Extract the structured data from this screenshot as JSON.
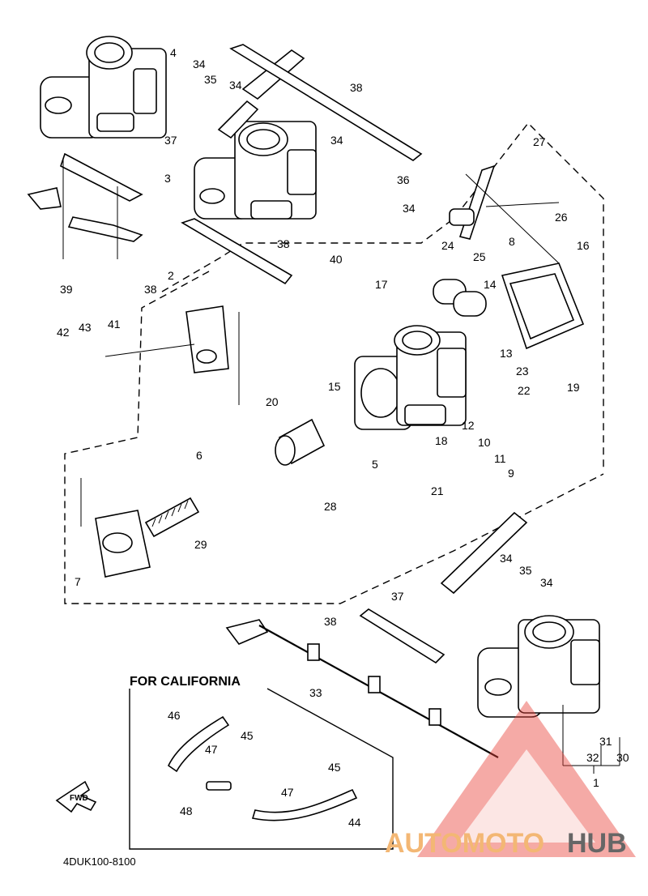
{
  "callouts": [
    "4",
    "34",
    "35",
    "34",
    "38",
    "37",
    "3",
    "34",
    "36",
    "34",
    "38",
    "40",
    "27",
    "26",
    "39",
    "38",
    "2",
    "24",
    "25",
    "8",
    "16",
    "17",
    "14",
    "13",
    "42",
    "43",
    "41",
    "23",
    "22",
    "19",
    "15",
    "20",
    "12",
    "10",
    "11",
    "9",
    "18",
    "6",
    "5",
    "21",
    "28",
    "29",
    "7",
    "34",
    "35",
    "34",
    "37",
    "38",
    "33",
    "1",
    "32",
    "31",
    "30",
    "46",
    "45",
    "47",
    "45",
    "47",
    "48",
    "44"
  ],
  "section_title": "FOR CALIFORNIA",
  "fwd_label": "FWD",
  "diagram_code": "4DUK100-8100",
  "watermark": {
    "part1": "AUTOMOTO",
    "part2": "HUB",
    "color_main": "#f3b774",
    "color_hub": "#666666",
    "triangle_color": "#e8433a"
  }
}
